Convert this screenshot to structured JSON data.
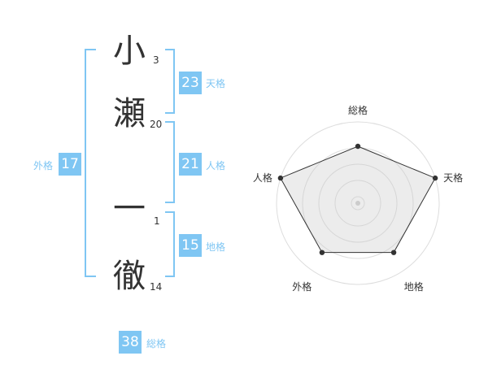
{
  "name": {
    "characters": [
      {
        "char": "小",
        "strokes": "3"
      },
      {
        "char": "瀬",
        "strokes": "20"
      },
      {
        "char": "一",
        "strokes": "1"
      },
      {
        "char": "徹",
        "strokes": "14"
      }
    ]
  },
  "fortune": {
    "tenkaku": {
      "value": "23",
      "label": "天格"
    },
    "jinkaku": {
      "value": "21",
      "label": "人格"
    },
    "chikaku": {
      "value": "15",
      "label": "地格"
    },
    "gaikaku": {
      "value": "17",
      "label": "外格"
    },
    "soukaku": {
      "value": "38",
      "label": "総格"
    }
  },
  "colors": {
    "accent": "#7fc6f3",
    "text": "#333333"
  },
  "chart_data": {
    "type": "radar",
    "axes": [
      "総格",
      "天格",
      "地格",
      "外格",
      "人格"
    ],
    "values": [
      0.7,
      1.0,
      0.75,
      0.75,
      1.0
    ],
    "rings": 4,
    "range": [
      0,
      1
    ]
  }
}
